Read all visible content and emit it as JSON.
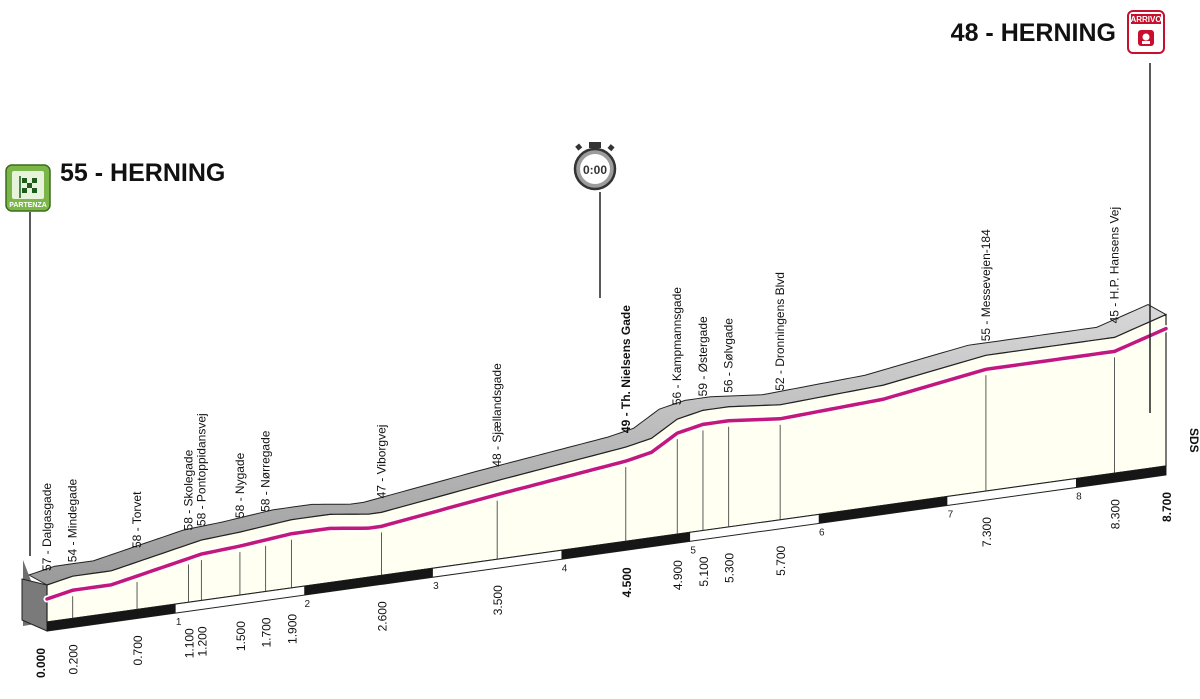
{
  "chart_data": {
    "type": "area",
    "start": {
      "altitude": "55",
      "name": "HERNING",
      "badge": "PARTENZA"
    },
    "finish": {
      "altitude": "48",
      "name": "HERNING",
      "badge": "ARRIVO"
    },
    "timecheck": {
      "label": "0:00",
      "km": 4.5
    },
    "sds_label": "SDS",
    "km_ticks": [
      1,
      2,
      3,
      4,
      5,
      6,
      7,
      8
    ],
    "profile": {
      "x": [
        0,
        0.2,
        0.5,
        0.7,
        1.1,
        1.2,
        1.5,
        1.7,
        1.9,
        2.2,
        2.5,
        2.6,
        3.5,
        4.5,
        4.7,
        4.9,
        5.1,
        5.3,
        5.7,
        6.5,
        7.3,
        8.3,
        8.7
      ],
      "y": [
        57,
        58,
        58,
        59,
        61,
        61.5,
        62,
        62.5,
        63,
        63,
        62,
        62,
        65,
        68,
        69,
        72,
        73,
        73,
        72,
        73,
        76,
        76,
        79
      ]
    },
    "points": [
      {
        "label": "57 - Dalgasgade",
        "dist": "",
        "km": 0.0
      },
      {
        "label": "54 - Mindegade",
        "dist": "0.200",
        "km": 0.2
      },
      {
        "label": "58 - Torvet",
        "dist": "0.700",
        "km": 0.7
      },
      {
        "label": "58 - Skolegade",
        "dist": "1.100",
        "km": 1.1
      },
      {
        "label": "58 - Pontoppidansvej",
        "dist": "1.200",
        "km": 1.2
      },
      {
        "label": "58 - Nygade",
        "dist": "1.500",
        "km": 1.5
      },
      {
        "label": "58 - Nørregade",
        "dist": "1.700",
        "km": 1.7
      },
      {
        "label": "",
        "dist": "1.900",
        "km": 1.9
      },
      {
        "label": "47 - Viborgvej",
        "dist": "2.600",
        "km": 2.6
      },
      {
        "label": "48 - Sjællandsgade",
        "dist": "3.500",
        "km": 3.5
      },
      {
        "label": "49 - Th. Nielsens Gade",
        "dist": "4.500",
        "km": 4.5,
        "bold": true
      },
      {
        "label": "56 - Kampmannsgade",
        "dist": "4.900",
        "km": 4.9
      },
      {
        "label": "59 - Østergade",
        "dist": "5.100",
        "km": 5.1
      },
      {
        "label": "56 - Sølvgade",
        "dist": "5.300",
        "km": 5.3
      },
      {
        "label": "52 - Dronningens Blvd",
        "dist": "5.700",
        "km": 5.7
      },
      {
        "label": "55 - Messevejen-184",
        "dist": "7.300",
        "km": 7.3
      },
      {
        "label": "45 - H.P. Hansens Vej",
        "dist": "8.300",
        "km": 8.3
      }
    ],
    "start_dist": "0.000",
    "finish_dist": "8.700",
    "colors": {
      "route": "#c2187e",
      "face": "#fffff2",
      "top": "#c4c4c4",
      "side": "#161616"
    }
  }
}
